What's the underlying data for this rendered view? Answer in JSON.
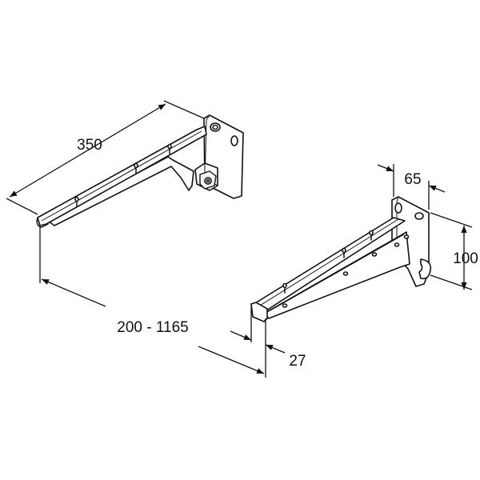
{
  "dimensions": {
    "length": "350",
    "range": "200 - 1165",
    "width": "65",
    "height": "100",
    "thickness": "27"
  },
  "colors": {
    "line": "#111111",
    "background": "#ffffff"
  }
}
